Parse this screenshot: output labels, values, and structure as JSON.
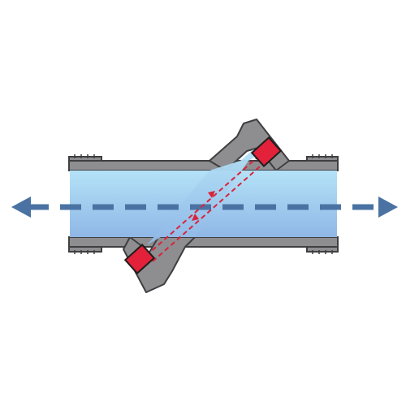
{
  "diagram": {
    "colors": {
      "background": "#ffffff",
      "pipe_wall": "#8e8e91",
      "wall_outline": "#3f3f42",
      "fluid_top": "#b4e2f7",
      "fluid_bottom": "#8fb7e6",
      "flow_arrow": "#4a72a2",
      "transducer": "#e3213a",
      "signal_path": "#d9233c"
    },
    "elements": {
      "pipe_body": "pipe-body",
      "fluid": "fluid",
      "flow_direction": "bidirectional",
      "transducers": [
        "upstream-transducer",
        "downstream-transducer"
      ],
      "signal_paths": [
        "forward-signal",
        "reverse-signal"
      ]
    }
  }
}
